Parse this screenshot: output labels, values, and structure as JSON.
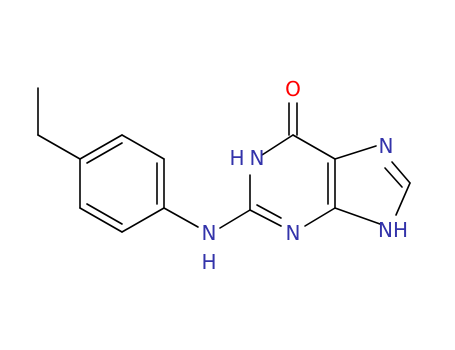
{
  "molecule": {
    "atoms": {
      "O": "O",
      "N1H": "H",
      "N1": "N",
      "N7": "N",
      "N9H": "NH",
      "N3": "N",
      "N2": "N",
      "N2H": "H"
    },
    "colors": {
      "bond": "#000000",
      "nitrogen": "#3333aa",
      "oxygen": "#ff0000"
    }
  }
}
